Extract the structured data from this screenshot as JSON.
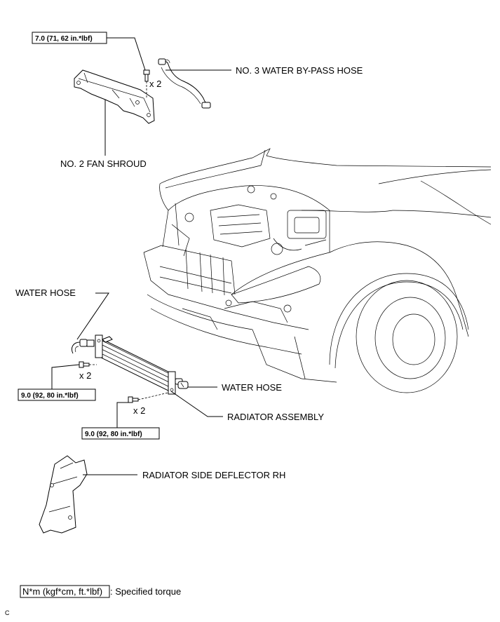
{
  "labels": {
    "bypass_hose": "NO. 3 WATER BY-PASS HOSE",
    "fan_shroud": "NO. 2 FAN SHROUD",
    "water_hose_left": "WATER HOSE",
    "water_hose_right": "WATER HOSE",
    "radiator_assembly": "RADIATOR ASSEMBLY",
    "side_deflector": "RADIATOR SIDE DEFLECTOR RH"
  },
  "torques": {
    "fan_shroud_bolt": "7.0 (71, 62 in.*lbf)",
    "radiator_left_bolt": "9.0 (92, 80 in.*lbf)",
    "radiator_right_bolt": "9.0 (92, 80 in.*lbf)"
  },
  "quantities": {
    "fan_shroud_bolt": "x 2",
    "radiator_left_bolt": "x 2",
    "radiator_right_bolt": "x 2"
  },
  "legend": {
    "unit_box": "N*m (kgf*cm, ft.*lbf)",
    "description": ": Specified torque"
  },
  "corner_code": "C"
}
